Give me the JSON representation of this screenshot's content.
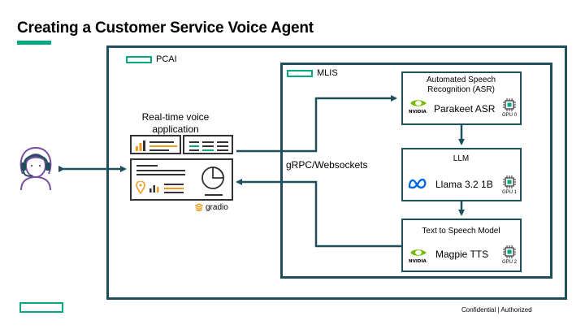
{
  "page": {
    "title": "Creating a Customer Service Voice Agent",
    "footer": "Confidential | Authorized"
  },
  "pcai": {
    "label": "PCAI"
  },
  "mlis": {
    "label": "MLIS"
  },
  "app": {
    "title_line1": "Real-time voice",
    "title_line2": "application",
    "gradio_label": "gradio"
  },
  "connection": {
    "label": "gRPC/Websockets"
  },
  "models": [
    {
      "title_line1": "Automated Speech",
      "title_line2": "Recognition (ASR)",
      "name": "Parakeet ASR",
      "gpu": "GPU 0",
      "vendor": "NVIDIA"
    },
    {
      "title_line1": "LLM",
      "title_line2": "",
      "name": "Llama 3.2 1B",
      "gpu": "GPU 1",
      "vendor": "meta"
    },
    {
      "title_line1": "Text to Speech Model",
      "title_line2": "",
      "name": "Magpie TTS",
      "gpu": "GPU 2",
      "vendor": "NVIDIA"
    }
  ],
  "colors": {
    "frame": "#1f4f5b",
    "accent_green": "#01a982",
    "chart_orange": "#f29b1f",
    "user_purple": "#7a4fa3"
  },
  "icons": {
    "user": "headset-user-icon",
    "gpu": "gpu-chip-icon",
    "nvidia": "nvidia-logo-icon",
    "meta": "meta-logo-icon",
    "gradio": "gradio-logo-icon"
  }
}
